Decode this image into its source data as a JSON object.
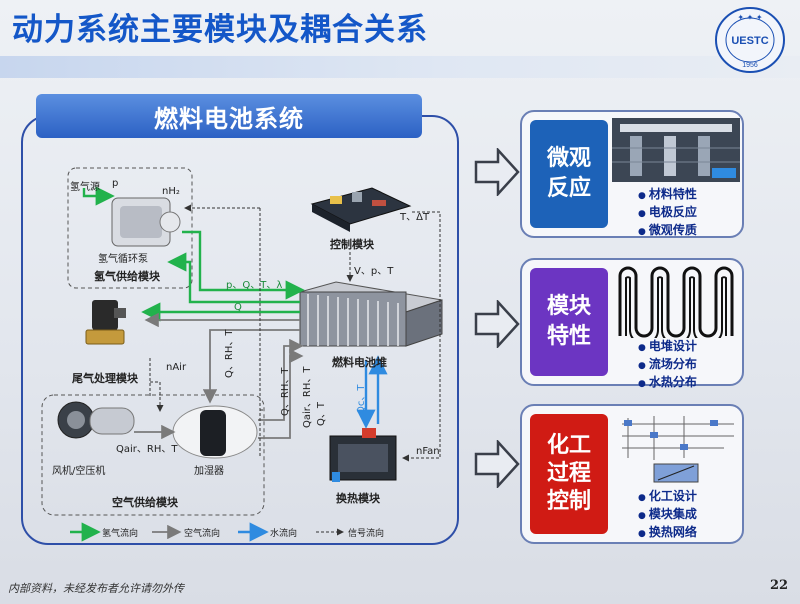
{
  "title": "动力系统主要模块及耦合关系",
  "logo_text": "UESTC",
  "logo_year": "1956",
  "panel_title": "燃料电池系统",
  "labels": {
    "h2_source": "氢气源",
    "p": "p",
    "nh2": "nH₂",
    "h2_pump": "氢气循环泵",
    "h2_module": "氢气供给模块",
    "control_module": "控制模块",
    "t_dt": "T、ΔT",
    "v_p_t": "V、p、T",
    "p_q_t_l": "p、Q、T、λ",
    "q": "Q",
    "exhaust_module": "尾气处理模块",
    "nair": "nAir",
    "q_rh_t_1": "Q、RH、T",
    "q_rh_t_2": "Q、RH、T",
    "qair_rh_t_1": "Qair、RH、T",
    "qair_rh_t_2": "Qair、RH、T",
    "q_t": "Q、T",
    "qc_t": "Qc、T",
    "stack": "燃料电池堆",
    "fan": "风机/空压机",
    "humidifier": "加湿器",
    "air_module": "空气供给模块",
    "heat_module": "换热模块",
    "nfan": "nFan"
  },
  "legend": [
    "氢气流向",
    "空气流向",
    "水流向",
    "信号流向"
  ],
  "cards": [
    {
      "tag": [
        "微观",
        "反应"
      ],
      "color": "#1d62b8",
      "bullets": [
        "材料特性",
        "电极反应",
        "微观传质"
      ]
    },
    {
      "tag": [
        "模块",
        "特性"
      ],
      "color": "#6c35c2",
      "bullets": [
        "电堆设计",
        "流场分布",
        "水热分布"
      ]
    },
    {
      "tag": [
        "化工",
        "过程",
        "控制"
      ],
      "color": "#d01b14",
      "bullets": [
        "化工设计",
        "模块集成",
        "换热网络"
      ]
    }
  ],
  "footer": "内部资料，未经发布者允许请勿外传",
  "page_number": "22",
  "colors": {
    "h2": "#22b24c",
    "air": "#7a7a7a",
    "water": "#2f8be0",
    "signal": "#333333",
    "accent": "#1457c8"
  }
}
